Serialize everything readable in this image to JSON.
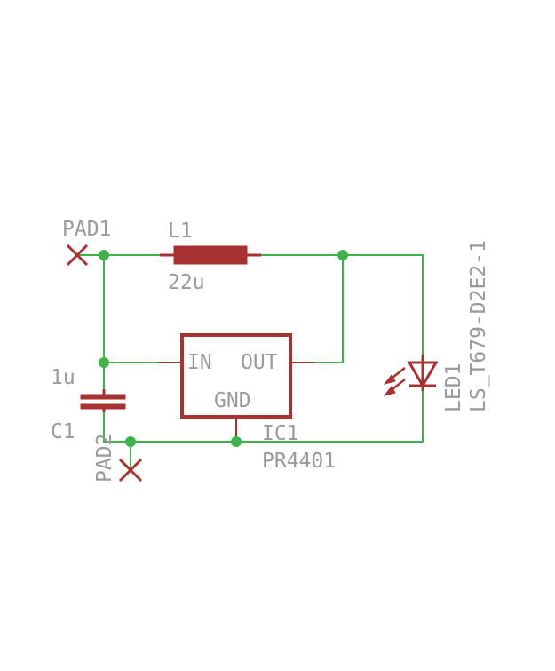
{
  "schematic": {
    "pad1": {
      "name": "PAD1"
    },
    "pad2": {
      "name": "PAD2"
    },
    "l1": {
      "name": "L1",
      "value": "22u"
    },
    "c1": {
      "name": "C1",
      "value": "1u"
    },
    "ic1": {
      "name": "IC1",
      "value": "PR4401",
      "pins": {
        "in": "IN",
        "out": "OUT",
        "gnd": "GND"
      }
    },
    "led1": {
      "name": "LED1",
      "value": "LS_T679-D2E2-1"
    }
  },
  "colors": {
    "wire": "#3fb34a",
    "part": "#a83232",
    "label": "#9a9a9a",
    "background": "#ffffff"
  }
}
